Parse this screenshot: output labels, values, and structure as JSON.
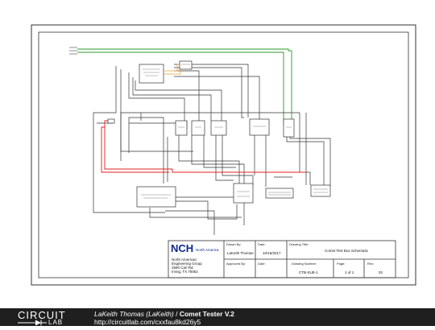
{
  "title_block": {
    "logo_text": "NCH",
    "logo_sub": "North America",
    "company_lines": [
      "North American",
      "Engineering Group",
      "2590 Carl Rd.",
      "Irving, TX 75062"
    ],
    "drawn_by_label": "Drawn By:",
    "drawn_by_value": "LaKeith Thomas",
    "date_label": "Date:",
    "date_value": "10/16/2017",
    "drawing_title_label": "Drawing Title:",
    "drawing_title_value": "Comet Test Box Schematic",
    "approved_by_label": "Approved By:",
    "date2_label": "Date:",
    "drawing_number_label": "Drawing Number:",
    "drawing_number_value": "CTB-SUE-1",
    "page_label": "Page:",
    "page_value": "1 of 1",
    "rev_label": "Rev:",
    "rev_value": "02"
  },
  "footer": {
    "brand_top": "CIRCUIT",
    "brand_bottom": "LAB",
    "author": "LaKeith Thomas (LaKeith)",
    "separator": " / ",
    "project": "Comet Tester V.2",
    "url": "http://circuitlab.com/cxxfau8kd26y5"
  },
  "colors": {
    "wire": "#333333",
    "wire_red": "#e02020",
    "wire_green": "#2a9a2a",
    "wire_orange": "#f0a030",
    "footer_bg": "#1f1f1f",
    "logo": "#0b2a8a"
  }
}
